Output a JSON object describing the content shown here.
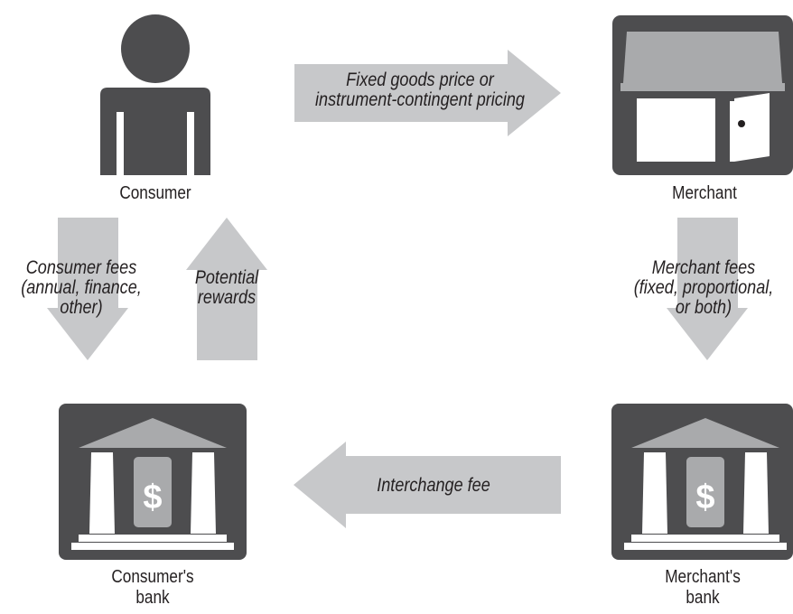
{
  "colors": {
    "dark": "#4d4d4f",
    "mid": "#a9aaac",
    "light": "#c7c8ca",
    "white": "#ffffff",
    "text": "#231f20"
  },
  "nodes": {
    "consumer": {
      "label": "Consumer",
      "icon": "person-icon"
    },
    "merchant": {
      "label": "Merchant",
      "icon": "store-icon"
    },
    "consumer_bank": {
      "label_line1": "Consumer's",
      "label_line2": "bank",
      "icon": "bank-icon"
    },
    "merchant_bank": {
      "label_line1": "Merchant's",
      "label_line2": "bank",
      "icon": "bank-icon"
    }
  },
  "flows": {
    "pricing": {
      "line1": "Fixed goods price or",
      "line2": "instrument-contingent pricing"
    },
    "consumer_fees": {
      "line1": "Consumer fees",
      "line2": "(annual, finance,",
      "line3": "other)"
    },
    "rewards": {
      "line1": "Potential",
      "line2": "rewards"
    },
    "merchant_fees": {
      "line1": "Merchant fees",
      "line2": "(fixed, proportional,",
      "line3": "or both)"
    },
    "interchange": {
      "line1": "Interchange fee"
    }
  },
  "bank_symbol": "$"
}
